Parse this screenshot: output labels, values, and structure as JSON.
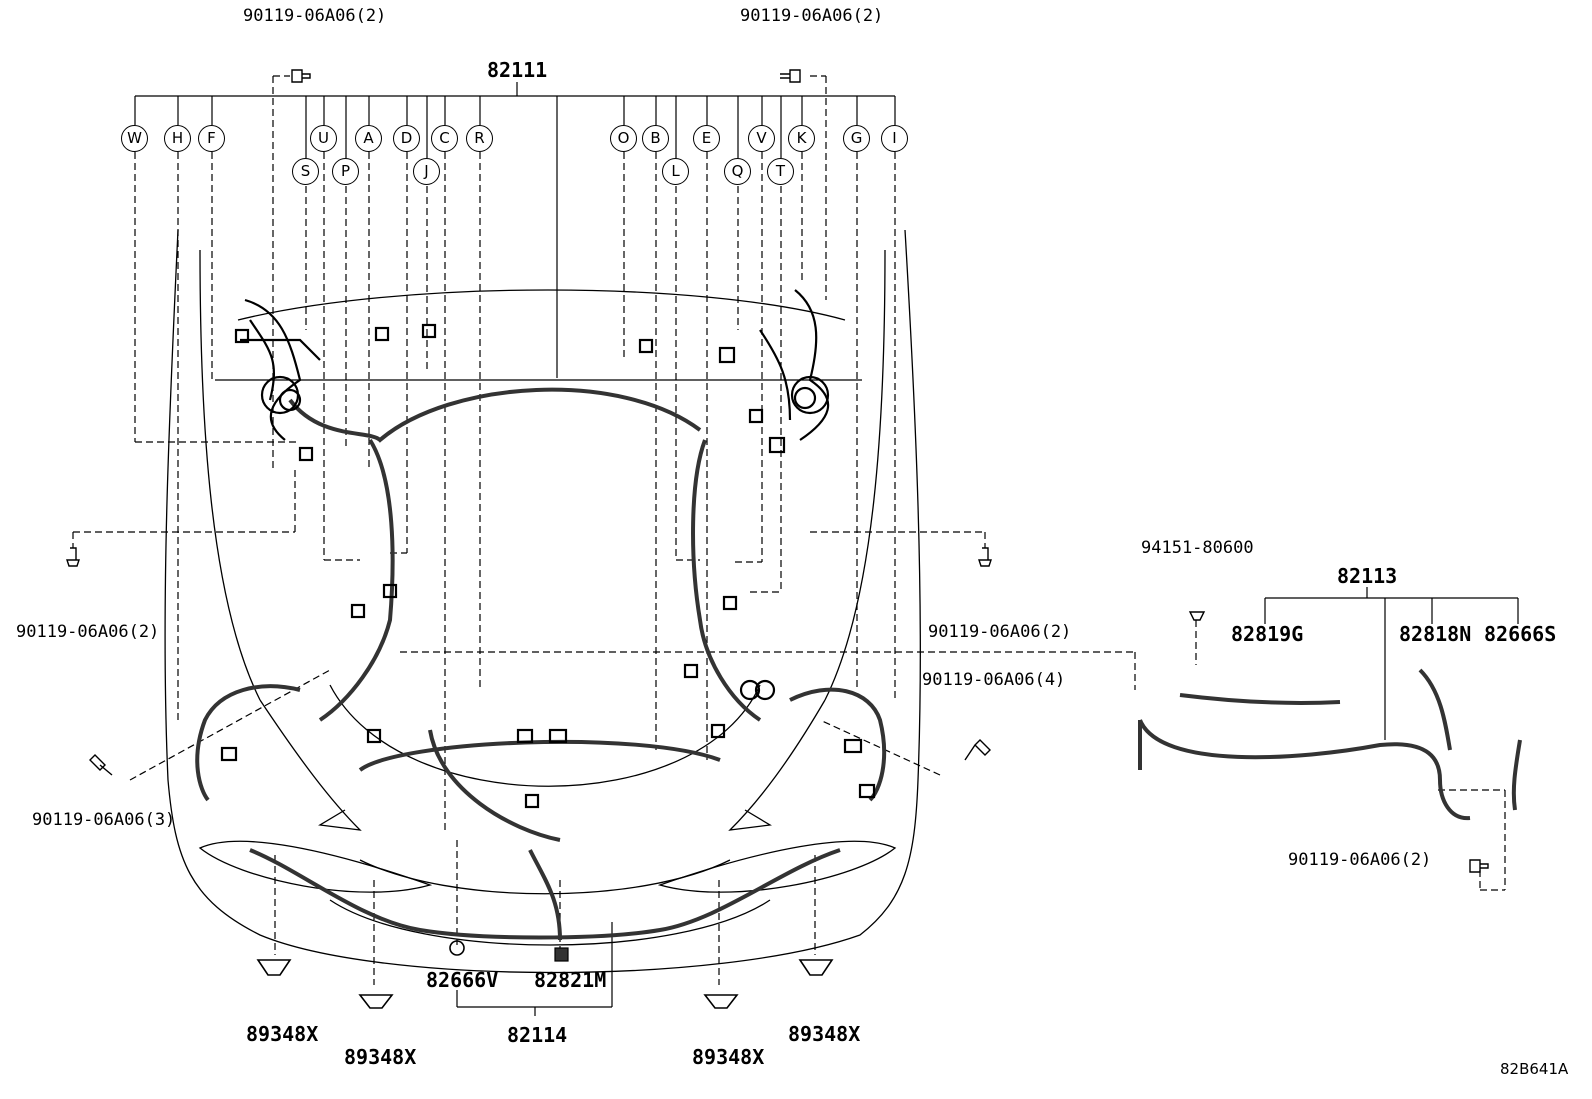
{
  "diagram_code": "82B641A",
  "main_harness": "82111",
  "sub_harness_right": "82113",
  "sub_harness_front": "82114",
  "bolt_labels": {
    "top_left": "90119-06A06(2)",
    "top_right": "90119-06A06(2)",
    "mid_left": "90119-06A06(2)",
    "mid_right": "90119-06A06(2)",
    "right_4": "90119-06A06(4)",
    "left_3": "90119-06A06(3)",
    "panel_2": "90119-06A06(2)"
  },
  "clip_label": "94151-80600",
  "parts": {
    "p82819G": "82819G",
    "p82818N": "82818N",
    "p82666S": "82666S",
    "p82666V": "82666V",
    "p82821M": "82821M"
  },
  "bracket_labels": {
    "b1": "89348X",
    "b2": "89348X",
    "b3": "89348X",
    "b4": "89348X"
  },
  "callouts_top": {
    "W": "W",
    "H": "H",
    "F": "F",
    "U": "U",
    "A": "A",
    "D": "D",
    "C": "C",
    "R": "R",
    "O": "O",
    "B": "B",
    "E": "E",
    "V": "V",
    "K": "K",
    "G": "G",
    "I": "I"
  },
  "callouts_bottom": {
    "S": "S",
    "P": "P",
    "J": "J",
    "L": "L",
    "Q": "Q",
    "T": "T"
  }
}
